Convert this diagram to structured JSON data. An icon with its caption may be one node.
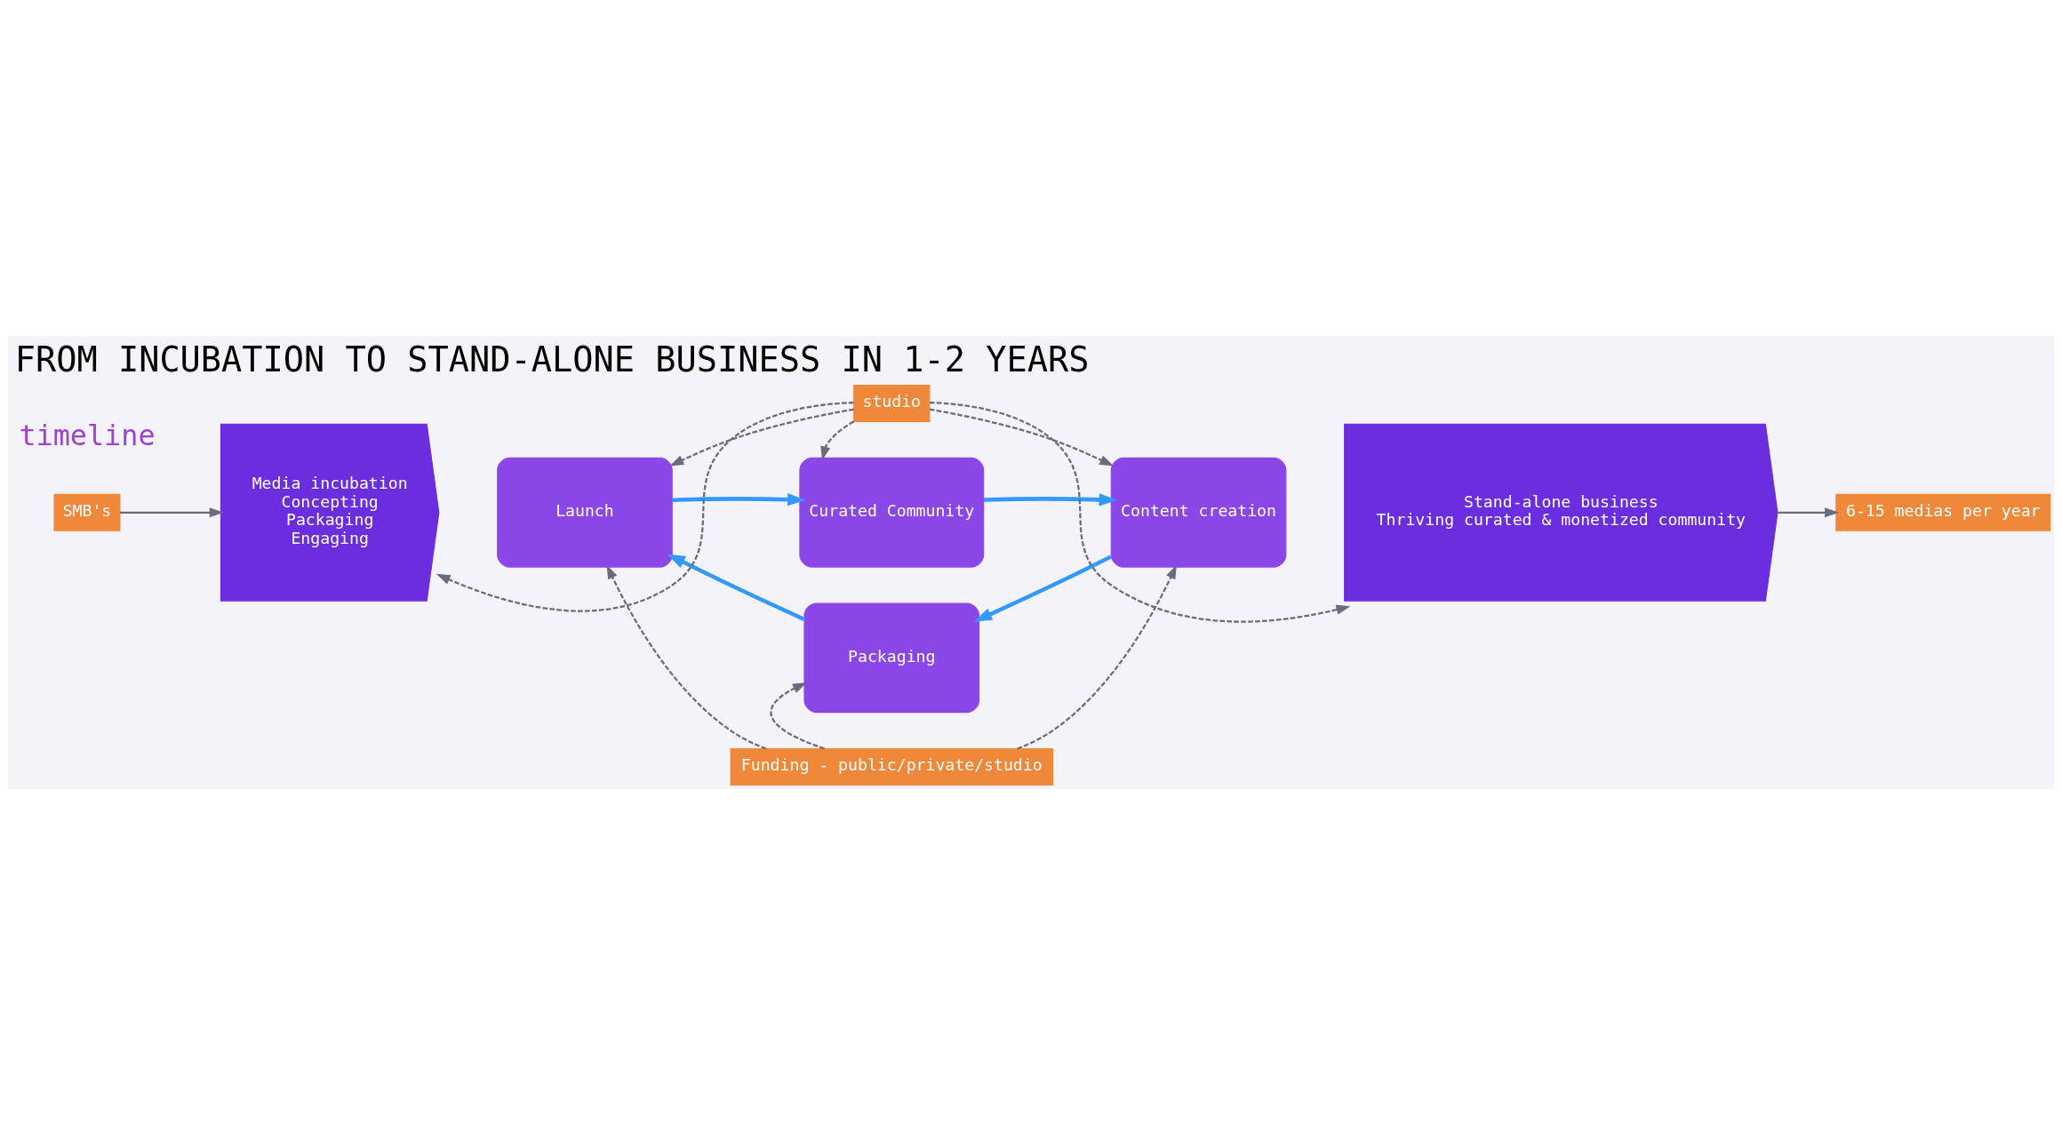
{
  "diagram": {
    "title": "FROM INCUBATION TO STAND-ALONE BUSINESS IN 1-2 YEARS",
    "nodes": [
      {
        "text": [
          "SMB's"
        ]
      },
      {
        "text": [
          "Media incubation",
          "Concepting",
          "Packaging",
          "Engaging"
        ]
      },
      {
        "text": [
          "Launch"
        ]
      },
      {
        "text": [
          "Curated Community"
        ]
      },
      {
        "text": [
          "Content creation"
        ]
      },
      {
        "text": [
          "Packaging"
        ]
      },
      {
        "text": [
          "Stand-alone business",
          "Thriving curated & monetized community"
        ]
      },
      {
        "text": [
          "6-15 medias per year"
        ]
      },
      {
        "text": [
          "studio"
        ]
      },
      {
        "text": [
          "Funding - public/private/studio"
        ]
      }
    ],
    "edges": [
      {
        "from": 0,
        "to": 1,
        "arrow": "to"
      },
      {
        "from": 2,
        "to": 3,
        "arrow": "to",
        "color": "#3399ff"
      },
      {
        "from": 3,
        "to": 4,
        "arrow": "to",
        "color": "#3399ff"
      },
      {
        "from": 4,
        "to": 5,
        "arrow": "to",
        "color": "#3399ff"
      },
      {
        "from": 5,
        "to": 2,
        "arrow": "to",
        "color": "#3399ff"
      },
      {
        "from": 6,
        "to": 7,
        "arrow": "to"
      },
      {
        "from": 8,
        "to": 1,
        "arrow": "to",
        "style": "dashed"
      },
      {
        "from": 8,
        "to": 2,
        "arrow": "to",
        "style": "dashed"
      },
      {
        "from": 8,
        "to": 3,
        "arrow": "to",
        "style": "dashed"
      },
      {
        "from": 8,
        "to": 4,
        "arrow": "to",
        "style": "dashed"
      },
      {
        "from": 8,
        "to": 6,
        "arrow": "to",
        "style": "dashed"
      },
      {
        "from": 9,
        "to": 2,
        "arrow": "to",
        "style": "dashed"
      },
      {
        "from": 9,
        "to": 5,
        "arrow": "to",
        "style": "dashed"
      },
      {
        "from": 9,
        "to": 4,
        "arrow": "to",
        "style": "dashed"
      }
    ],
    "labels": [
      "timeline"
    ]
  }
}
